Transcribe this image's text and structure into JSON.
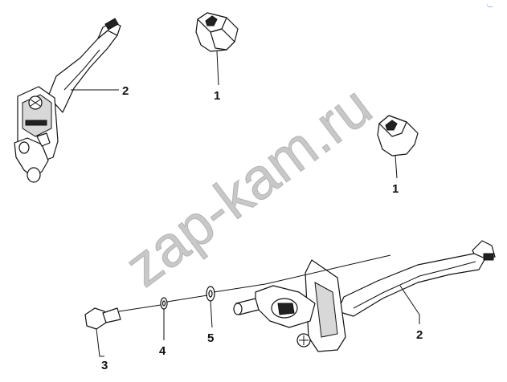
{
  "watermark": "zap-kam.ru",
  "corner_mark": "′—",
  "parts": [
    {
      "id": "bumper-top",
      "callout": "1"
    },
    {
      "id": "bumper-right",
      "callout": "1"
    },
    {
      "id": "check-strap-upper",
      "callout": "2"
    },
    {
      "id": "check-strap-lower",
      "callout": "2"
    },
    {
      "id": "bolt",
      "callout": "3"
    },
    {
      "id": "washer-small",
      "callout": "4"
    },
    {
      "id": "washer-large",
      "callout": "5"
    }
  ]
}
